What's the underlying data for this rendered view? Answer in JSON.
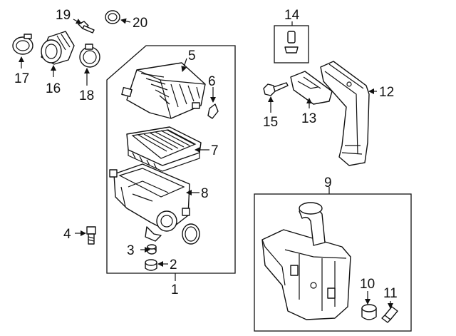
{
  "callouts": {
    "c1": "1",
    "c2": "2",
    "c3": "3",
    "c4": "4",
    "c5": "5",
    "c6": "6",
    "c7": "7",
    "c8": "8",
    "c9": "9",
    "c10": "10",
    "c11": "11",
    "c12": "12",
    "c13": "13",
    "c14": "14",
    "c15": "15",
    "c16": "16",
    "c17": "17",
    "c18": "18",
    "c19": "19",
    "c20": "20"
  },
  "colors": {
    "line": "#111111",
    "background": "#ffffff",
    "shade": "#d9d9d9"
  }
}
